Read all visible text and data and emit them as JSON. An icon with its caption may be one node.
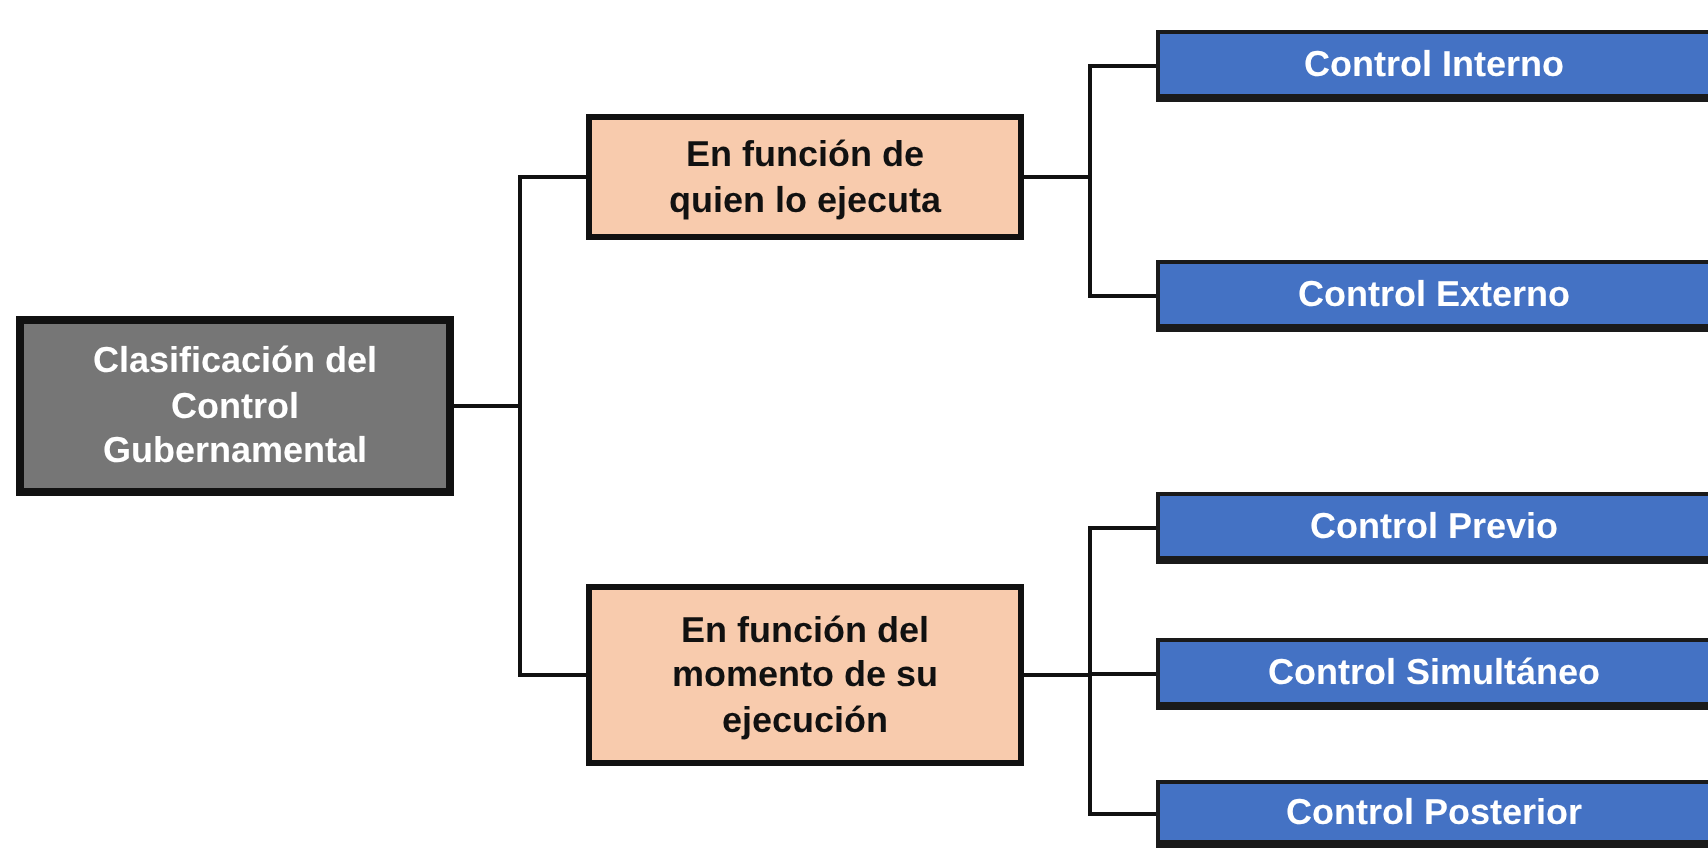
{
  "diagram": {
    "nodes": [
      {
        "text": [
          "Clasificación del Control Gubernamental"
        ]
      },
      {
        "text": [
          "En función de quien lo ejecuta"
        ]
      },
      {
        "text": [
          "Control Interno"
        ]
      },
      {
        "text": [
          "Control Externo"
        ]
      },
      {
        "text": [
          "En función del momento de su ejecución"
        ]
      },
      {
        "text": [
          "Control Previo"
        ]
      },
      {
        "text": [
          "Control Simultáneo"
        ]
      },
      {
        "text": [
          "Control Posterior"
        ]
      }
    ],
    "edges": [
      {
        "from": 0,
        "to": 1,
        "arrow": "none"
      },
      {
        "from": 0,
        "to": 4,
        "arrow": "none"
      },
      {
        "from": 1,
        "to": 2,
        "arrow": "none"
      },
      {
        "from": 1,
        "to": 3,
        "arrow": "none"
      },
      {
        "from": 4,
        "to": 5,
        "arrow": "none"
      },
      {
        "from": 4,
        "to": 6,
        "arrow": "none"
      },
      {
        "from": 4,
        "to": 7,
        "arrow": "none"
      }
    ]
  }
}
